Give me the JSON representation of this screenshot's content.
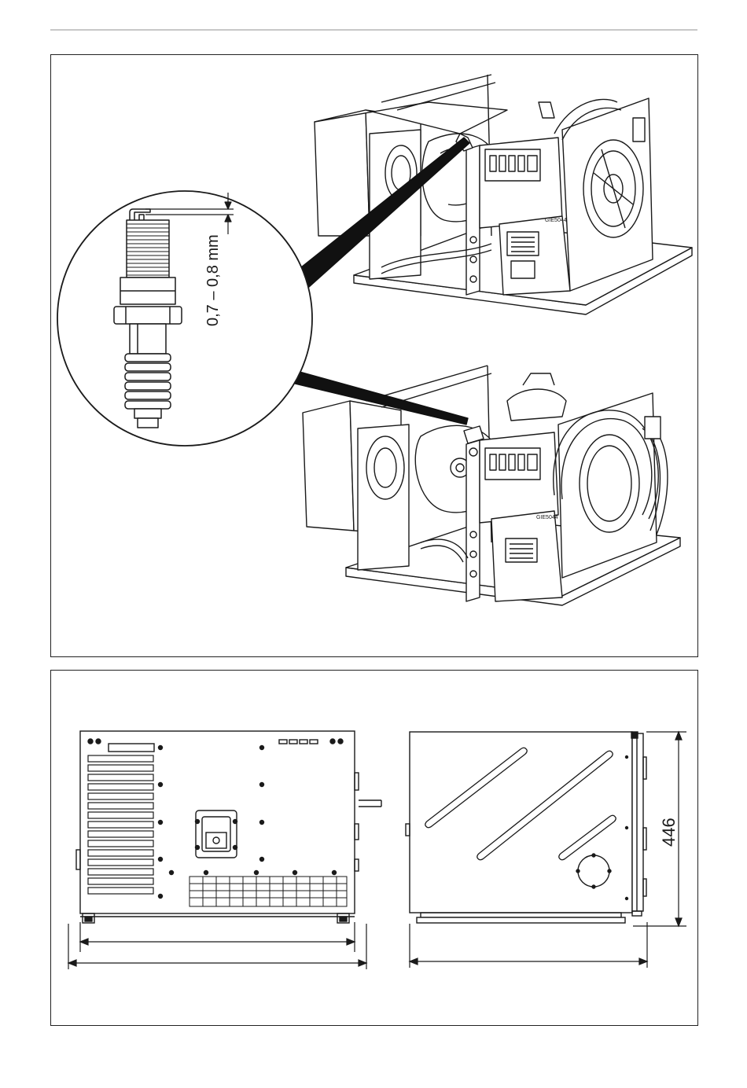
{
  "figure_top": {
    "spark_gap_label": "0,7 – 0,8 mm",
    "unit_code_upper": "GIE5044",
    "unit_code_lower": "GIE5044"
  },
  "figure_bottom": {
    "height_dimension_label": "446"
  },
  "colors": {
    "line": "#1a1a1a",
    "rule": "#c8c8c8",
    "background": "#ffffff"
  }
}
